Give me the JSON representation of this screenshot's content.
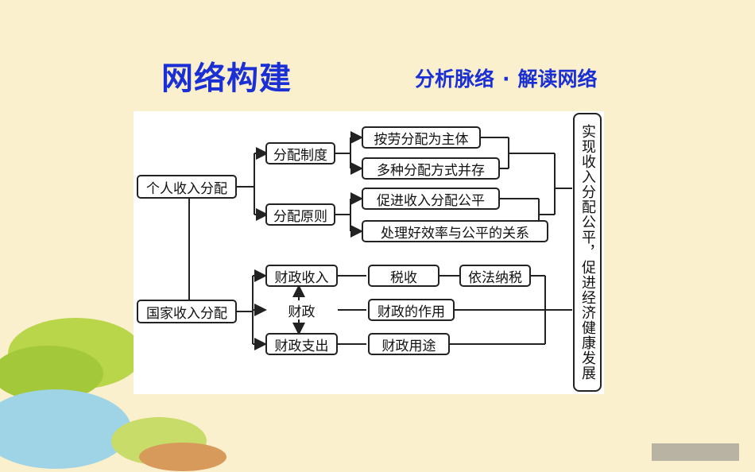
{
  "header": {
    "title": "网络构建",
    "subtitle_left": "分析脉络",
    "subtitle_dot": "·",
    "subtitle_right": "解读网络"
  },
  "diagram": {
    "personal": "个人收入分配",
    "national": "国家收入分配",
    "system": "分配制度",
    "principle": "分配原则",
    "labor_main": "按劳分配为主体",
    "multi_coexist": "多种分配方式并存",
    "promote_fair": "促进收入分配公平",
    "efficiency_fair": "处理好效率与公平的关系",
    "fiscal_income": "财政收入",
    "fiscal": "财政",
    "fiscal_expense": "财政支出",
    "tax": "税收",
    "tax_by_law": "依法纳税",
    "fiscal_role": "财政的作用",
    "fiscal_use": "财政用途",
    "goal": "实现收入分配公平，促进经济健康发展"
  },
  "colors": {
    "background": "#fbf0cd",
    "title": "#1a2fd4",
    "panel": "#ffffff",
    "stroke": "#222222"
  }
}
